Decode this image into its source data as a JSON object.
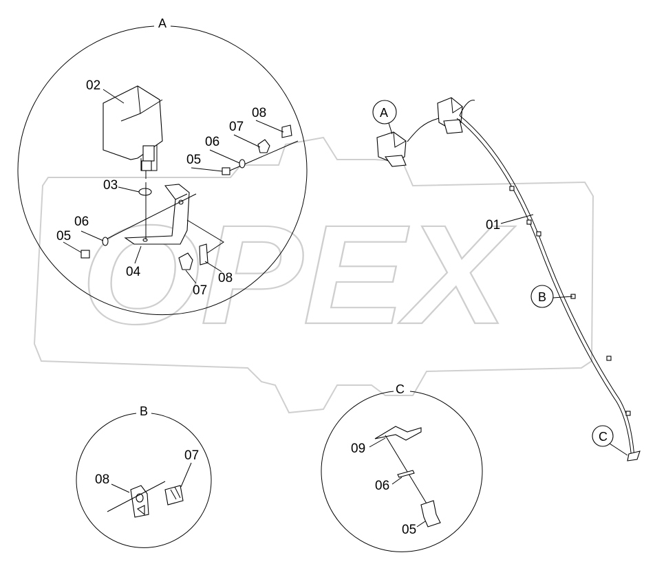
{
  "watermark": {
    "brand": "OPEX"
  },
  "detail_views": {
    "A": {
      "title": "A"
    },
    "B": {
      "title": "B"
    },
    "C": {
      "title": "C"
    }
  },
  "callouts": {
    "A": "A",
    "B": "B",
    "C": "C"
  },
  "labels": {
    "view_a": [
      "02",
      "08",
      "07",
      "06",
      "05",
      "03",
      "06",
      "05",
      "04",
      "07",
      "08"
    ],
    "view_b": [
      "08",
      "07"
    ],
    "view_c": [
      "09",
      "06",
      "05"
    ],
    "main": [
      "01"
    ]
  }
}
